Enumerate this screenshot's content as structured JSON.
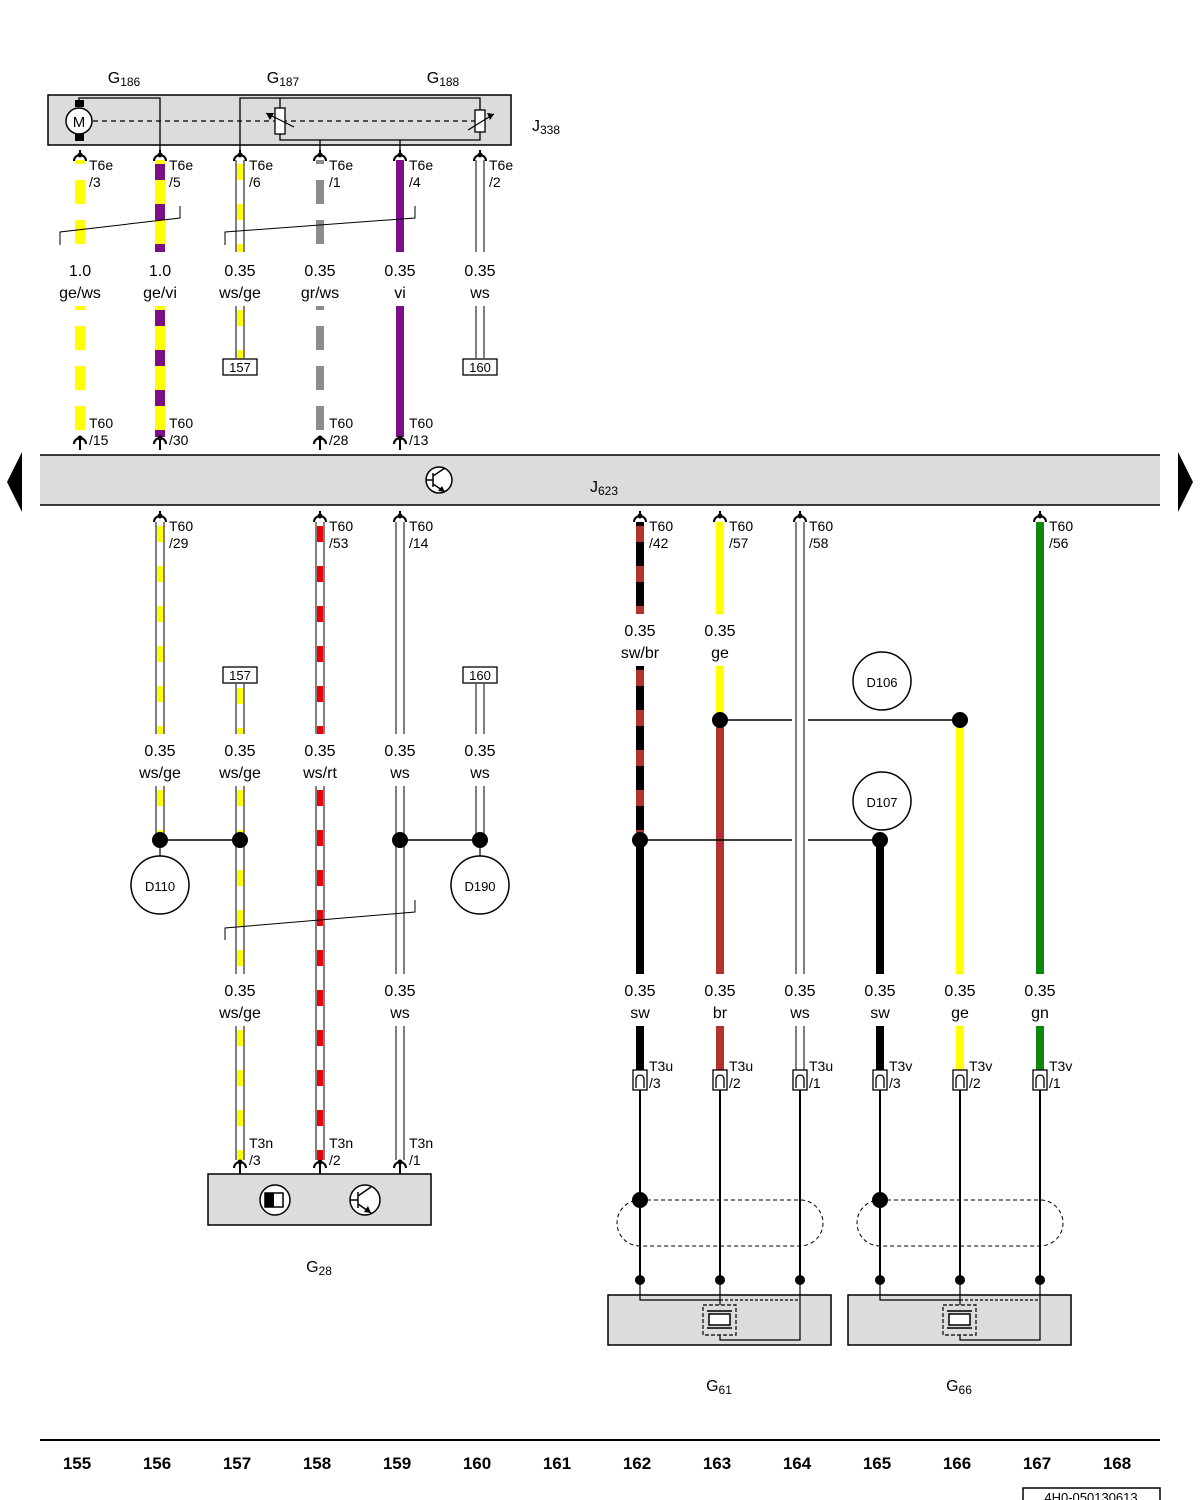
{
  "wire_colors": {
    "ge": "#ffff00",
    "ws": "#ffffff",
    "vi": "#7b0f8a",
    "gr": "#8c8c8c",
    "rt": "#e8000b",
    "sw": "#000000",
    "br": "#b5312d",
    "gn": "#0d8a0d"
  },
  "housing_color": "#dcdcdc",
  "components": {
    "j338": {
      "prefix": "J",
      "sub": "338"
    },
    "g186": {
      "prefix": "G",
      "sub": "186"
    },
    "g187": {
      "prefix": "G",
      "sub": "187"
    },
    "g188": {
      "prefix": "G",
      "sub": "188"
    },
    "j623": {
      "prefix": "J",
      "sub": "623"
    },
    "g28": {
      "prefix": "G",
      "sub": "28"
    },
    "g61": {
      "prefix": "G",
      "sub": "61"
    },
    "g66": {
      "prefix": "G",
      "sub": "66"
    },
    "motor_symbol": "M"
  },
  "upper_wires": [
    {
      "column": 155,
      "colors": [
        "ge",
        "ws"
      ],
      "size": "1.0",
      "color_code": "ge/ws",
      "top_conn": "T6e",
      "top_pin": "/3",
      "bottom_conn": "T60",
      "bottom_pin": "/15"
    },
    {
      "column": 156,
      "colors": [
        "ge",
        "vi"
      ],
      "size": "1.0",
      "color_code": "ge/vi",
      "top_conn": "T6e",
      "top_pin": "/5",
      "bottom_conn": "T60",
      "bottom_pin": "/30"
    },
    {
      "column": 157,
      "colors": [
        "ws",
        "ge"
      ],
      "size": "0.35",
      "color_code": "ws/ge",
      "top_conn": "T6e",
      "top_pin": "/6",
      "ref": "157"
    },
    {
      "column": 158,
      "colors": [
        "gr",
        "ws"
      ],
      "size": "0.35",
      "color_code": "gr/ws",
      "top_conn": "T6e",
      "top_pin": "/1",
      "bottom_conn": "T60",
      "bottom_pin": "/28"
    },
    {
      "column": 159,
      "colors": [
        "vi"
      ],
      "size": "0.35",
      "color_code": "vi",
      "top_conn": "T6e",
      "top_pin": "/4",
      "bottom_conn": "T60",
      "bottom_pin": "/13"
    },
    {
      "column": 160,
      "colors": [
        "ws"
      ],
      "size": "0.35",
      "color_code": "ws",
      "top_conn": "T6e",
      "top_pin": "/2",
      "ref": "160"
    }
  ],
  "lower_left": {
    "t60_pins": [
      {
        "column": 156,
        "conn": "T60",
        "pin": "/29"
      },
      {
        "column": 158,
        "conn": "T60",
        "pin": "/53"
      },
      {
        "column": 159,
        "conn": "T60",
        "pin": "/14"
      }
    ],
    "refs": [
      {
        "column": 157,
        "ref": "157"
      },
      {
        "column": 160,
        "ref": "160"
      }
    ],
    "labels_mid": [
      {
        "column": 156,
        "size": "0.35",
        "color_code": "ws/ge"
      },
      {
        "column": 157,
        "size": "0.35",
        "color_code": "ws/ge"
      },
      {
        "column": 158,
        "size": "0.35",
        "color_code": "ws/rt"
      },
      {
        "column": 159,
        "size": "0.35",
        "color_code": "ws"
      },
      {
        "column": 160,
        "size": "0.35",
        "color_code": "ws"
      }
    ],
    "labels_low": [
      {
        "column": 157,
        "size": "0.35",
        "color_code": "ws/ge"
      },
      {
        "column": 159,
        "size": "0.35",
        "color_code": "ws"
      }
    ],
    "t3n_pins": [
      {
        "column": 157,
        "conn": "T3n",
        "pin": "/3"
      },
      {
        "column": 158,
        "conn": "T3n",
        "pin": "/2"
      },
      {
        "column": 159,
        "conn": "T3n",
        "pin": "/1"
      }
    ],
    "junctions": {
      "d110": "D110",
      "d190": "D190"
    }
  },
  "lower_right": {
    "t60_pins": [
      {
        "column": 162,
        "conn": "T60",
        "pin": "/42"
      },
      {
        "column": 163,
        "conn": "T60",
        "pin": "/57"
      },
      {
        "column": 164,
        "conn": "T60",
        "pin": "/58"
      },
      {
        "column": 167,
        "conn": "T60",
        "pin": "/56"
      }
    ],
    "labels_top": [
      {
        "column": 162,
        "size": "0.35",
        "color_code": "sw/br"
      },
      {
        "column": 163,
        "size": "0.35",
        "color_code": "ge"
      }
    ],
    "labels_low": [
      {
        "column": 162,
        "size": "0.35",
        "color_code": "sw"
      },
      {
        "column": 163,
        "size": "0.35",
        "color_code": "br"
      },
      {
        "column": 164,
        "size": "0.35",
        "color_code": "ws"
      },
      {
        "column": 165,
        "size": "0.35",
        "color_code": "sw"
      },
      {
        "column": 166,
        "size": "0.35",
        "color_code": "ge"
      },
      {
        "column": 167,
        "size": "0.35",
        "color_code": "gn"
      }
    ],
    "t3_pins": [
      {
        "column": 162,
        "conn": "T3u",
        "pin": "/3"
      },
      {
        "column": 163,
        "conn": "T3u",
        "pin": "/2"
      },
      {
        "column": 164,
        "conn": "T3u",
        "pin": "/1"
      },
      {
        "column": 165,
        "conn": "T3v",
        "pin": "/3"
      },
      {
        "column": 166,
        "conn": "T3v",
        "pin": "/2"
      },
      {
        "column": 167,
        "conn": "T3v",
        "pin": "/1"
      }
    ],
    "junctions": {
      "d106": "D106",
      "d107": "D107"
    }
  },
  "column_numbers": [
    "155",
    "156",
    "157",
    "158",
    "159",
    "160",
    "161",
    "162",
    "163",
    "164",
    "165",
    "166",
    "167",
    "168"
  ],
  "doc_id": "4H0-050130613"
}
